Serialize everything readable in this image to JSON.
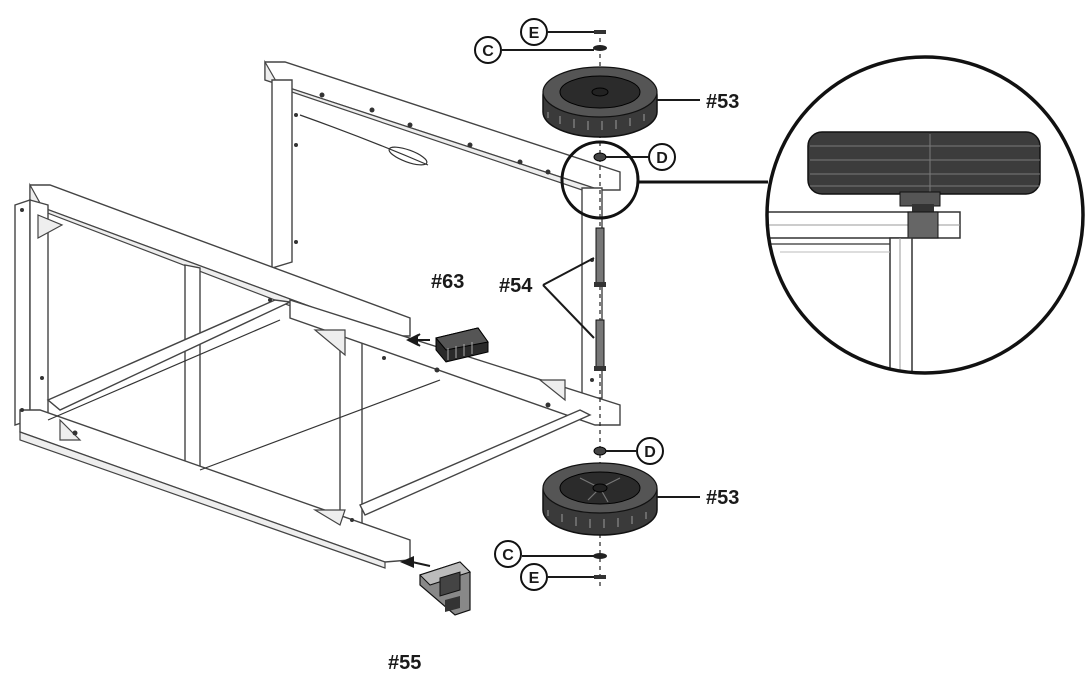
{
  "parts": {
    "wheel_top": "#53",
    "wheel_bottom": "#53",
    "axle": "#54",
    "cap": "#63",
    "foot": "#55"
  },
  "hardware": {
    "e_top": "E",
    "c_top": "C",
    "d_top": "D",
    "d_bottom": "D",
    "c_bottom": "C",
    "e_bottom": "E"
  },
  "colors": {
    "line": "#1a1a1a",
    "tire": "#3a3a3a",
    "frame_fill": "#ffffff"
  }
}
